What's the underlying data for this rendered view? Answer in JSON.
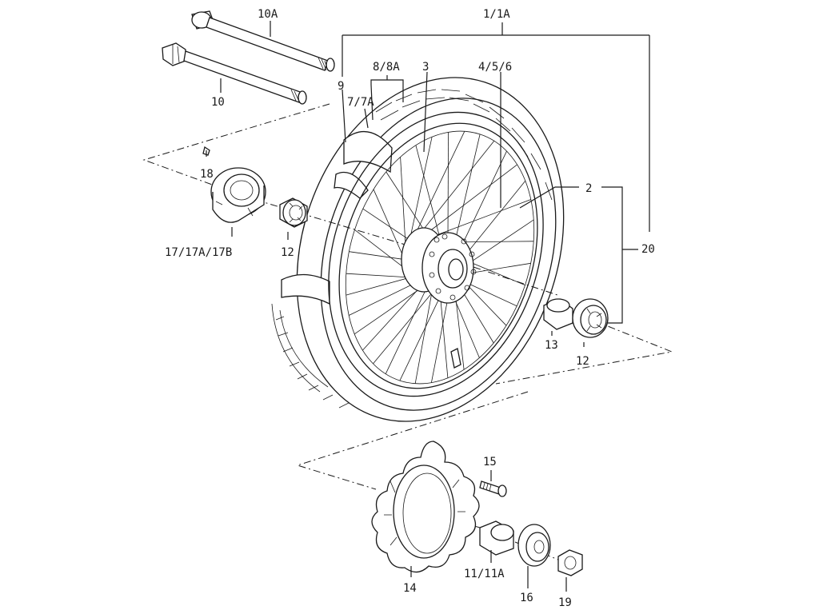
{
  "labels": {
    "part_10a": "10A",
    "part_10": "10",
    "part_1_1a": "1/1A",
    "part_9": "9",
    "part_8_8a": "8/8A",
    "part_3": "3",
    "part_4_5_6": "4/5/6",
    "part_7_7a": "7/7A",
    "part_18": "18",
    "part_2": "2",
    "part_17_17a_17b": "17/17A/17B",
    "part_12_left": "12",
    "part_20": "20",
    "part_13": "13",
    "part_12_right": "12",
    "part_15": "15",
    "part_14": "14",
    "part_11_11a": "11/11A",
    "part_16": "16",
    "part_19": "19"
  },
  "colors": {
    "line": "#1a1a1a",
    "background": "#ffffff"
  }
}
